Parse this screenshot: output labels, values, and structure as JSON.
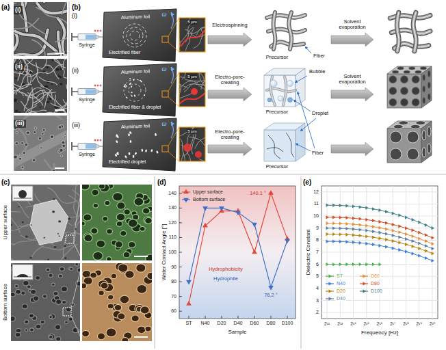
{
  "diagram": {
    "nodes": [
      {
        "text": [
          "(a)"
        ]
      },
      {
        "text": [
          "(i)"
        ],
        "in": 0
      },
      {
        "text": [
          "(ii)"
        ],
        "in": 0
      },
      {
        "text": [
          "(iii)"
        ],
        "in": 0
      },
      {
        "text": [
          "(b)"
        ]
      },
      {
        "text": [
          "(i)"
        ],
        "in": 4
      },
      {
        "text": [
          "(ii)"
        ],
        "in": 4
      },
      {
        "text": [
          "(iii)"
        ],
        "in": 4
      },
      {
        "text": [
          "(c)"
        ]
      },
      {
        "text": [
          "(d)"
        ]
      },
      {
        "text": [
          "(e)"
        ]
      }
    ],
    "labels": [
      "ω",
      "Aluminum foil",
      "5 μm",
      "Electrified fiber",
      "Syringe",
      "Electrospinning",
      "Precursor",
      "Fiber",
      "Solvent evaporation",
      "ω",
      "Aluminum foil",
      "5 μm",
      "Electrified fiber & droplet",
      "Syringe",
      "Electro-pore-creating",
      "Precursor",
      "Bubble",
      "Droplet",
      "Fiber",
      "Solvent evaporation",
      "ω",
      "Aluminum foil",
      "5 μm",
      "Electrified droplet",
      "Syringe",
      "Electro-pore-creating",
      "Precursor",
      "Upper surface",
      "Bottom surface",
      "Water Contact Angle [°]",
      "140",
      "130",
      "120",
      "110",
      "100",
      "90",
      "80",
      "70",
      "60",
      "ST",
      "N40",
      "D20",
      "D40",
      "D60",
      "D80",
      "D100",
      "Sample",
      "140.1 °",
      "76.2 °",
      "Hydrophobicity",
      "Hydrophile",
      "Dielectric Constant",
      "12",
      "11",
      "10",
      "9",
      "8",
      "7",
      "6",
      "5",
      "4",
      "3",
      "2",
      "2¹²",
      "2¹³",
      "2¹⁴",
      "2¹⁵",
      "2¹⁶",
      "2¹⁷",
      "2¹⁸",
      "2¹⁹",
      "2²⁰",
      "Frequency [Hz]"
    ],
    "legend": [
      {
        "text": "Upper surface"
      },
      {
        "text": "Bottom surface"
      },
      {
        "text": "ST"
      },
      {
        "text": "N40"
      },
      {
        "text": "D20"
      },
      {
        "text": "D40"
      },
      {
        "text": "D60"
      },
      {
        "text": "D80"
      },
      {
        "text": "D100"
      }
    ]
  }
}
